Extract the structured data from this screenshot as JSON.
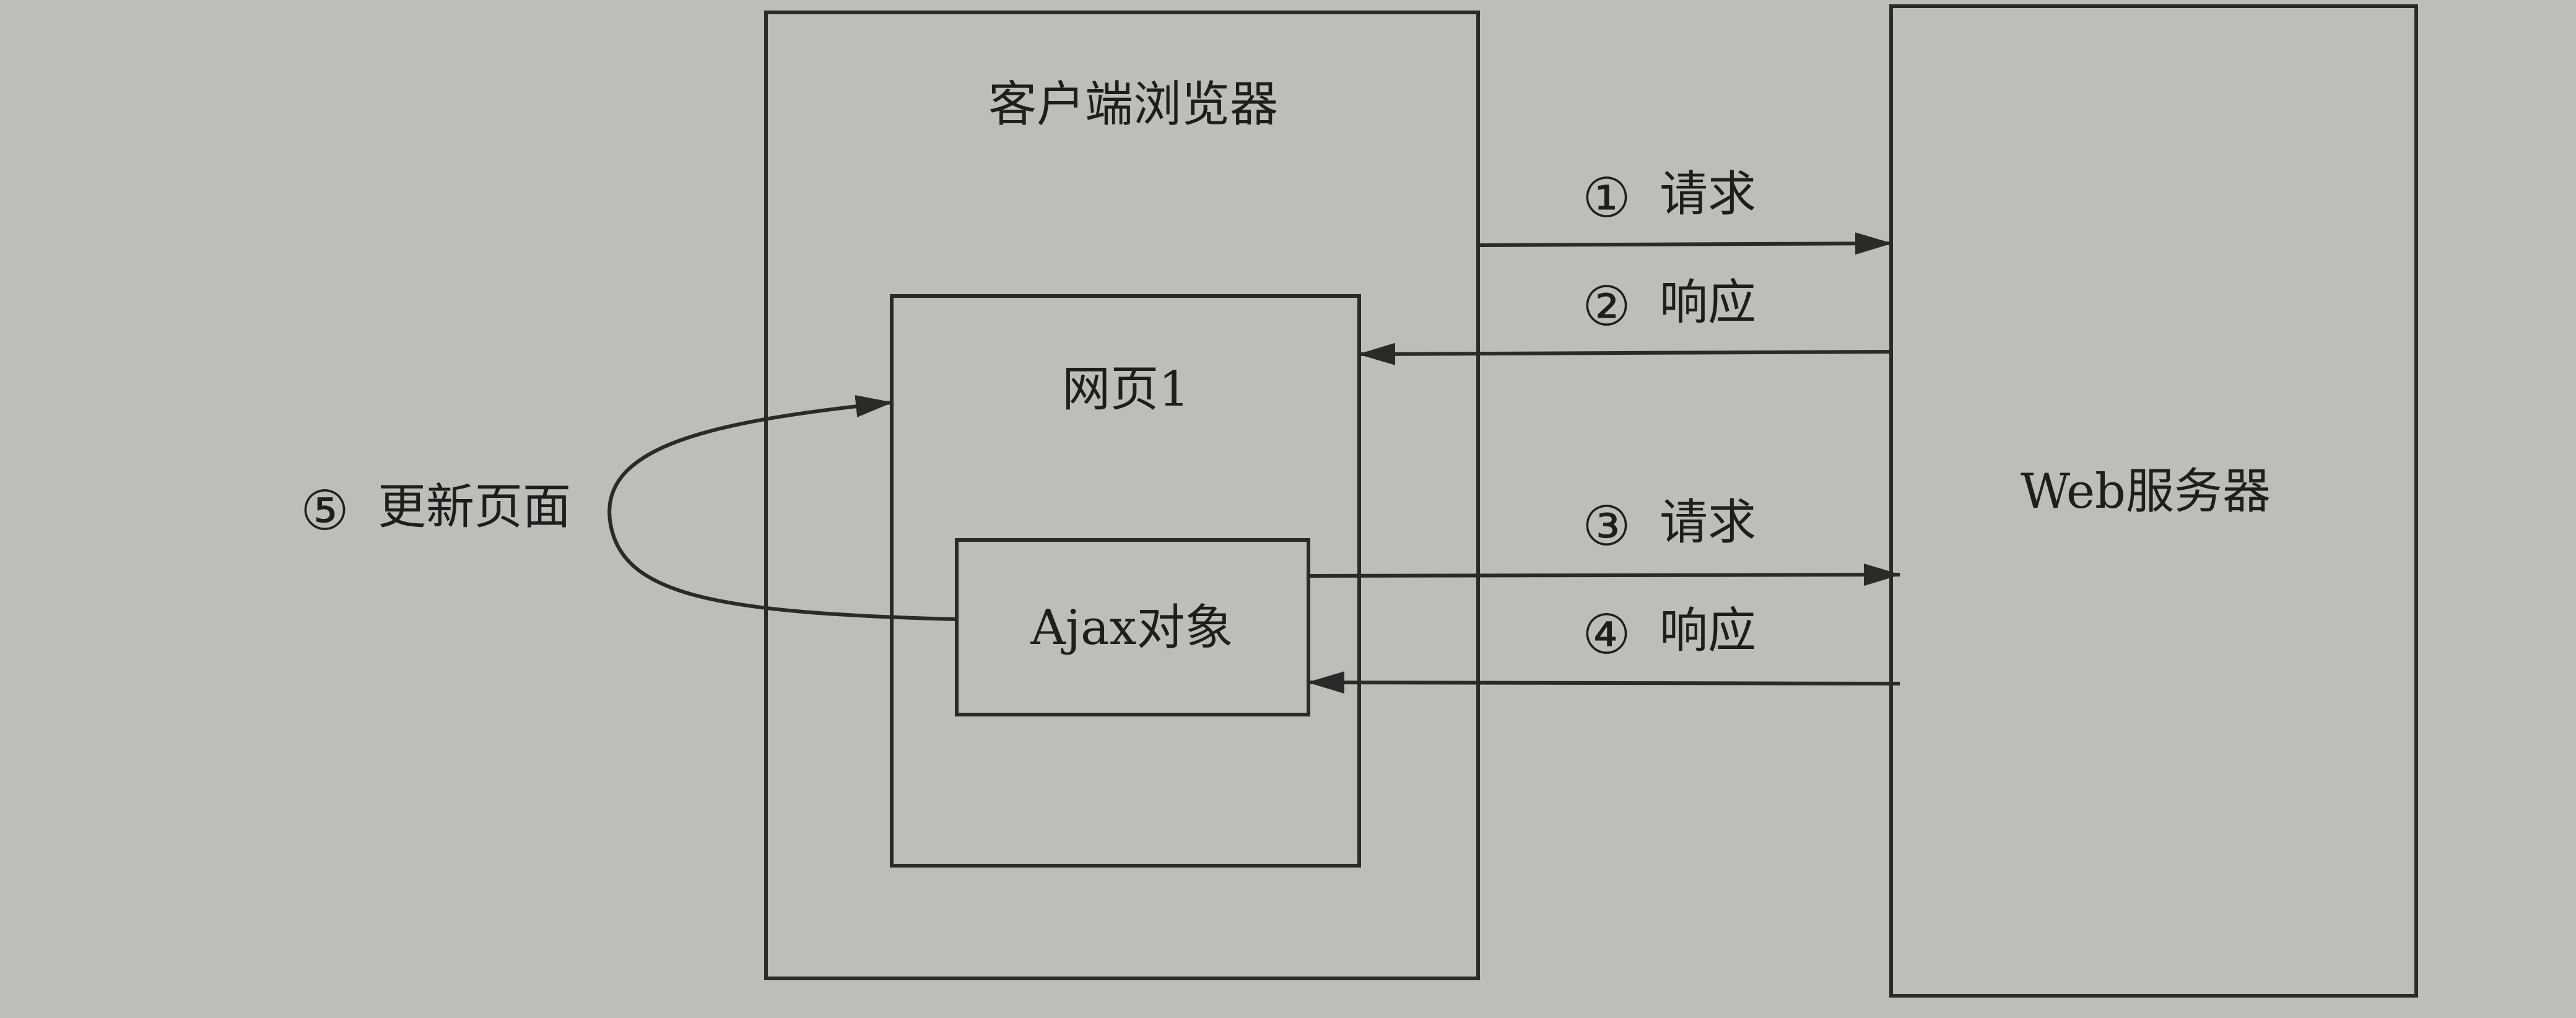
{
  "nodes": {
    "browser": "客户端浏览器",
    "page": "网页1",
    "ajax": "Ajax对象",
    "server": "Web服务器"
  },
  "steps": [
    {
      "num": "①",
      "label": "请求"
    },
    {
      "num": "②",
      "label": "响应"
    },
    {
      "num": "③",
      "label": "请求"
    },
    {
      "num": "④",
      "label": "响应"
    },
    {
      "num": "⑤",
      "label": "更新页面"
    }
  ]
}
